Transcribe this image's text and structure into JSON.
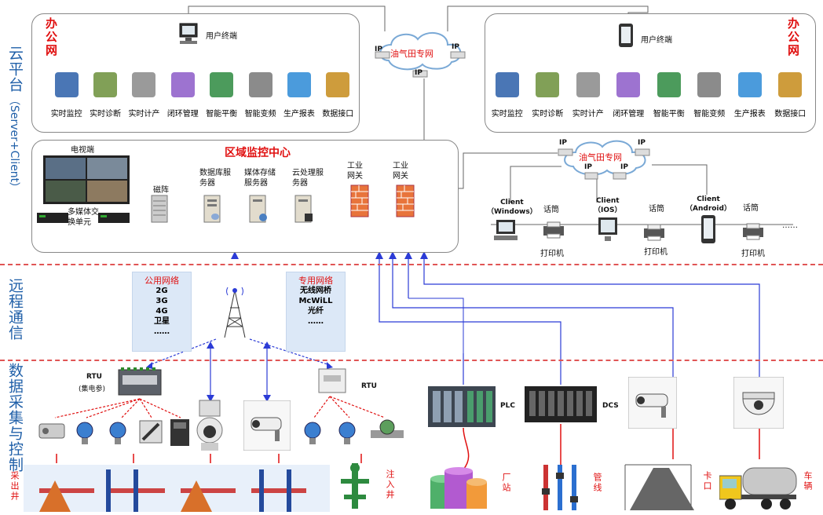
{
  "side_labels": {
    "cloud": "云平台",
    "cloud_sub": "（Server+Client）",
    "comm": "远程通信",
    "data": "数据采集与控制"
  },
  "office": {
    "title": "办公网",
    "terminal": "用户终端"
  },
  "apps": [
    "实时监控",
    "实时诊断",
    "实时计产",
    "闭环管理",
    "智能平衡",
    "智能变频",
    "生产报表",
    "数据接口"
  ],
  "cloud_net": {
    "name": "油气田专网",
    "ip": "IP"
  },
  "center": {
    "title": "区域监控中心",
    "tv": "电视端",
    "media_unit": "多媒体交换单元",
    "disk": "磁阵",
    "db": "数据库服务器",
    "media_server": "媒体存储服务器",
    "cloud_server": "云处理服务器",
    "gateway1": "工业网关",
    "gateway2": "工业网关"
  },
  "clients": {
    "win": "Client\n（Windows）",
    "ios": "Client\n（IOS）",
    "android": "Client\n（Android）",
    "mic": "话筒",
    "printer": "打印机",
    "more": "……"
  },
  "public_net": {
    "title": "公用网络",
    "items": [
      "2G",
      "3G",
      "4G",
      "卫星",
      "……"
    ]
  },
  "private_net": {
    "title": "专用网络",
    "items": [
      "无线网桥",
      "McWiLL",
      "光纤",
      "……"
    ]
  },
  "rtu": {
    "rtu1": "RTU",
    "rtu1_sub": "(集电参)",
    "rtu2": "RTU",
    "plc": "PLC",
    "dcs": "DCS"
  },
  "sites": {
    "well": "采出井",
    "inject": "注入井",
    "plant": "厂站",
    "pipe": "管线",
    "gate": "卡口",
    "vehicle": "车辆"
  },
  "colors": {
    "side": "#1f5fa8",
    "red": "#e01010",
    "blue_line": "#2b3bd6",
    "box_fill": "#dce8f7"
  }
}
